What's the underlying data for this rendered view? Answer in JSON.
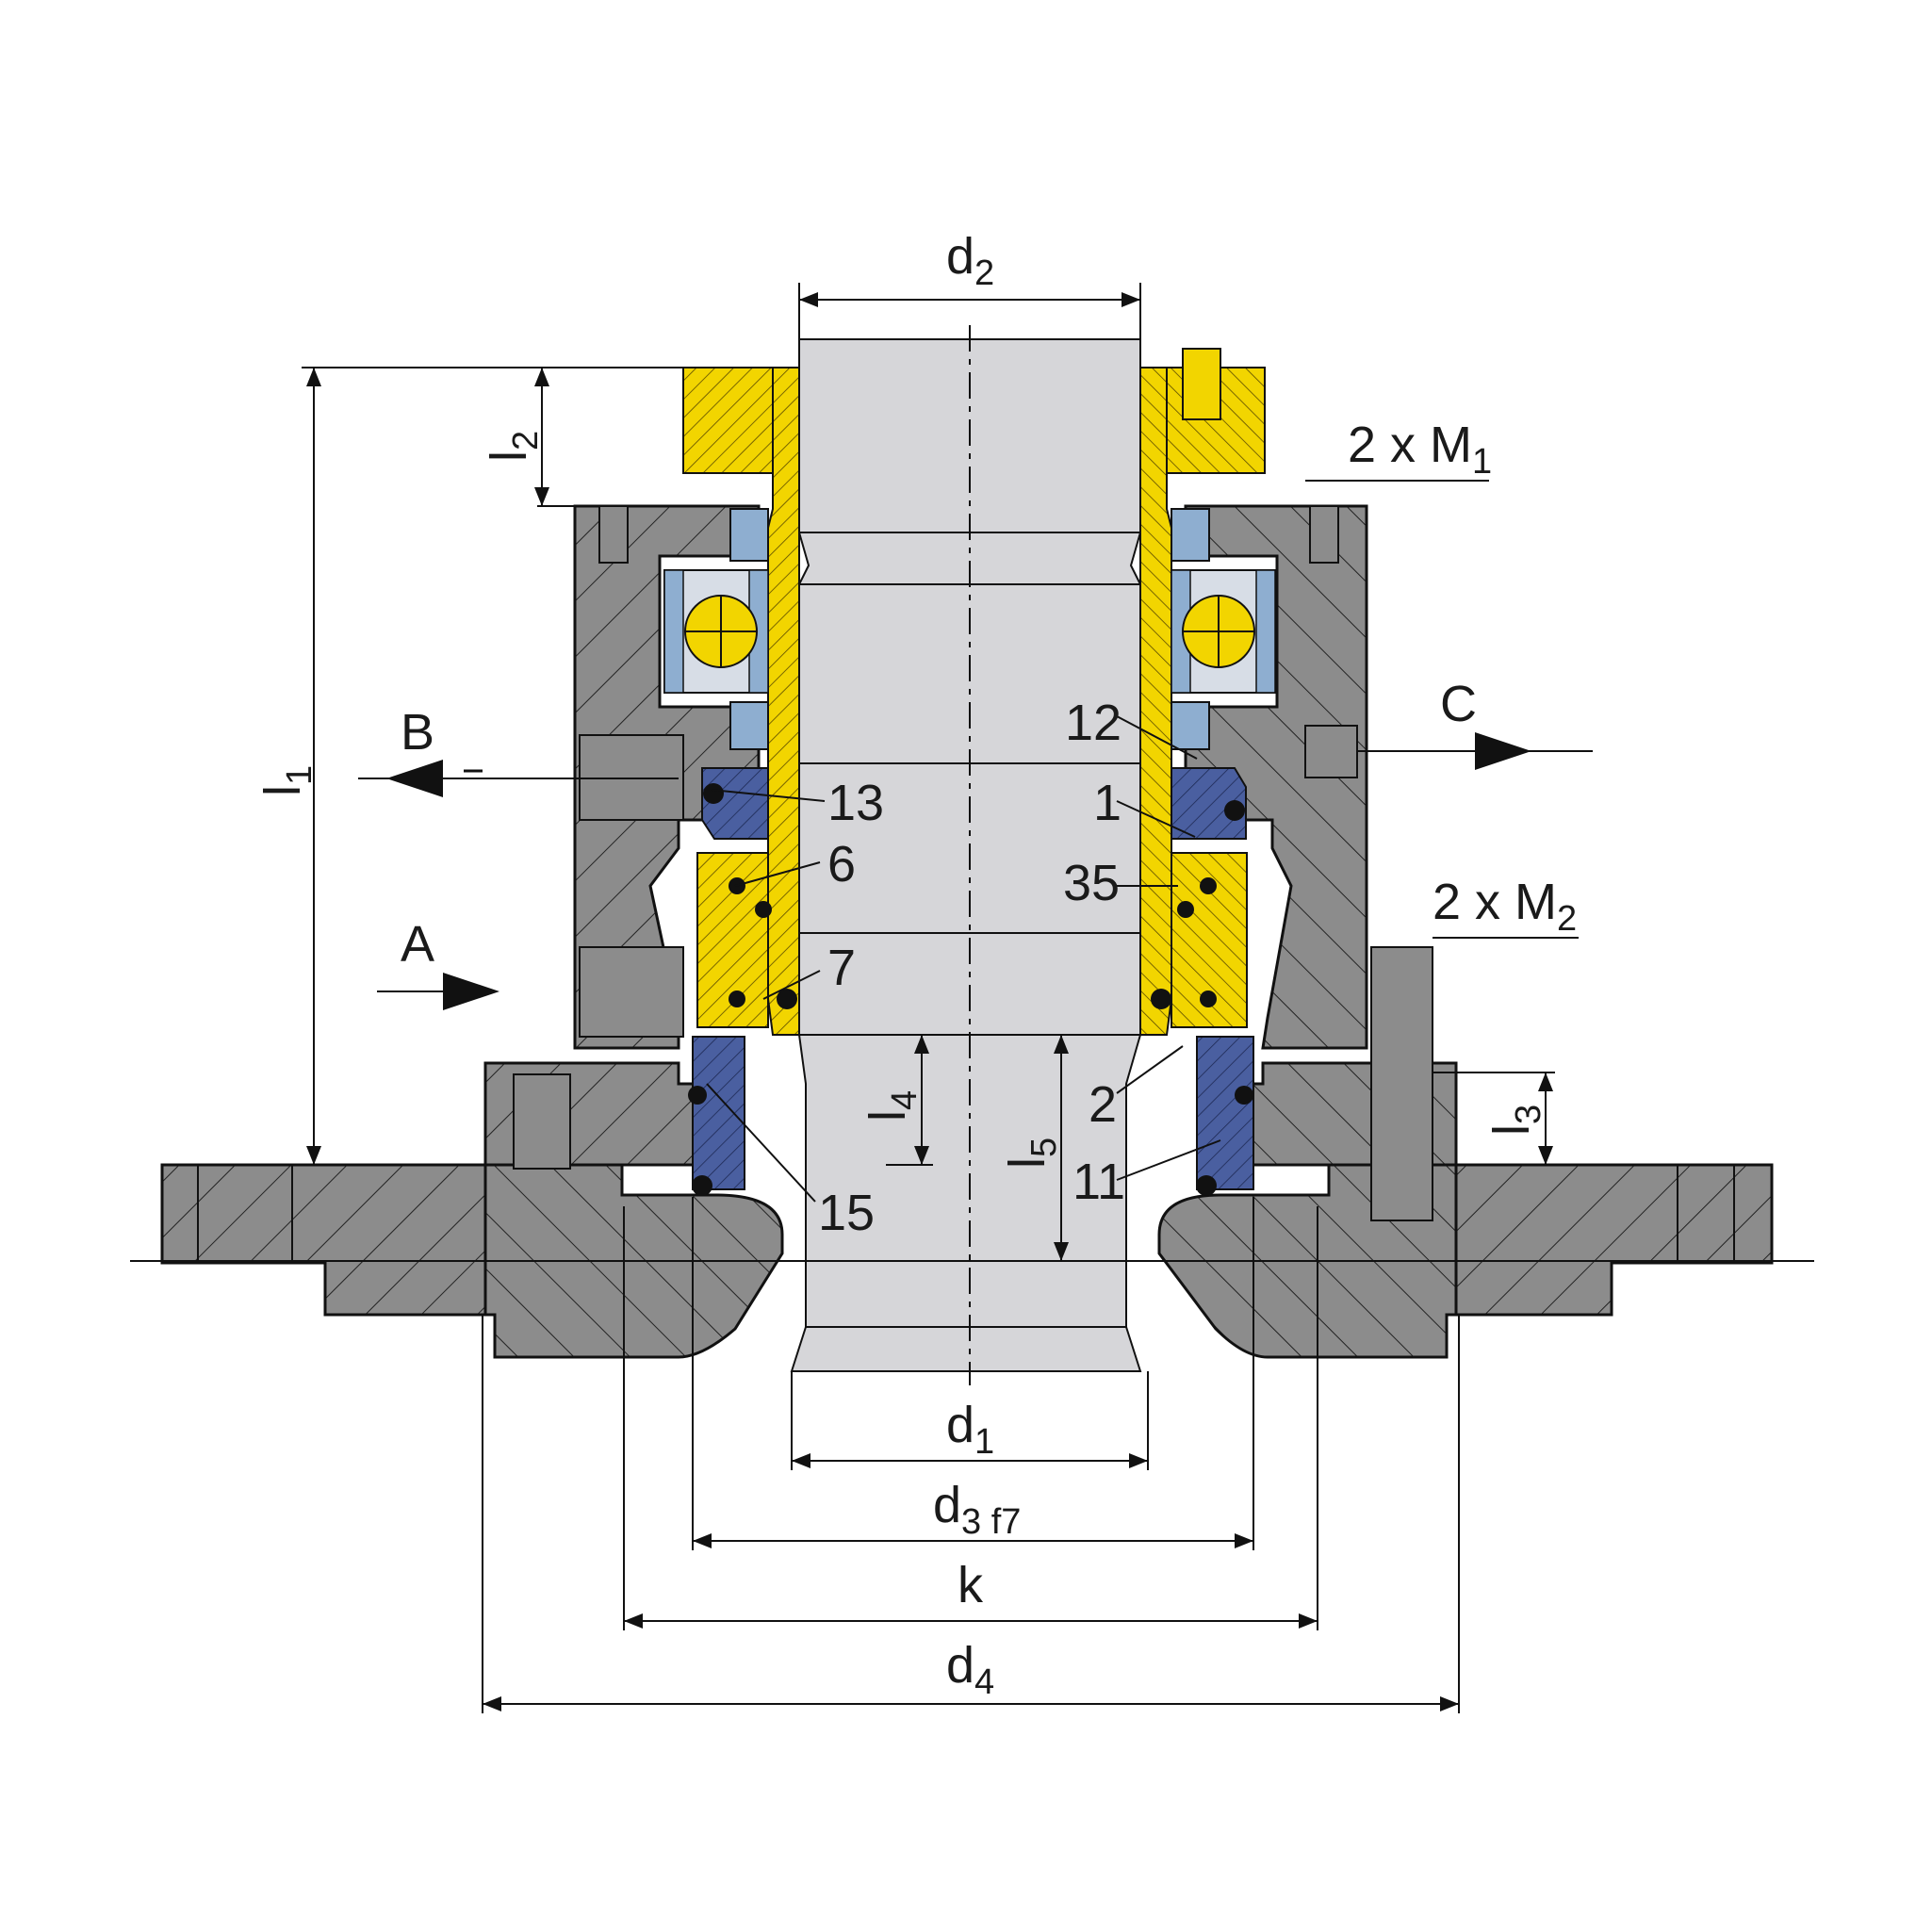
{
  "labels": {
    "d2": {
      "main": "d",
      "sub": "2"
    },
    "d1": {
      "main": "d",
      "sub": "1"
    },
    "d3": {
      "main": "d",
      "sub": "3 f7"
    },
    "k": {
      "main": "k"
    },
    "d4": {
      "main": "d",
      "sub": "4"
    },
    "l1": {
      "main": "l",
      "sub": "1"
    },
    "l2": {
      "main": "l",
      "sub": "2"
    },
    "l3": {
      "main": "l",
      "sub": "3"
    },
    "l4": {
      "main": "l",
      "sub": "4"
    },
    "l5": {
      "main": "l",
      "sub": "5"
    },
    "m1": {
      "main": "2 x M",
      "sub": "1"
    },
    "m2": {
      "main": "2 x M",
      "sub": "2"
    },
    "port_a": "A",
    "port_b": "B",
    "port_c": "C"
  },
  "part_numbers": [
    "13",
    "6",
    "7",
    "15",
    "12",
    "1",
    "35",
    "2",
    "11"
  ],
  "colors": {
    "housing": "#8c8c8c",
    "flange": "#8c8c8c",
    "shaft": "#d6d6d9",
    "sleeve": "#f2d500",
    "bearing_race": "#8eaed0",
    "seal_face": "#4a5fa0",
    "oring": "#111111",
    "line": "#111111"
  }
}
